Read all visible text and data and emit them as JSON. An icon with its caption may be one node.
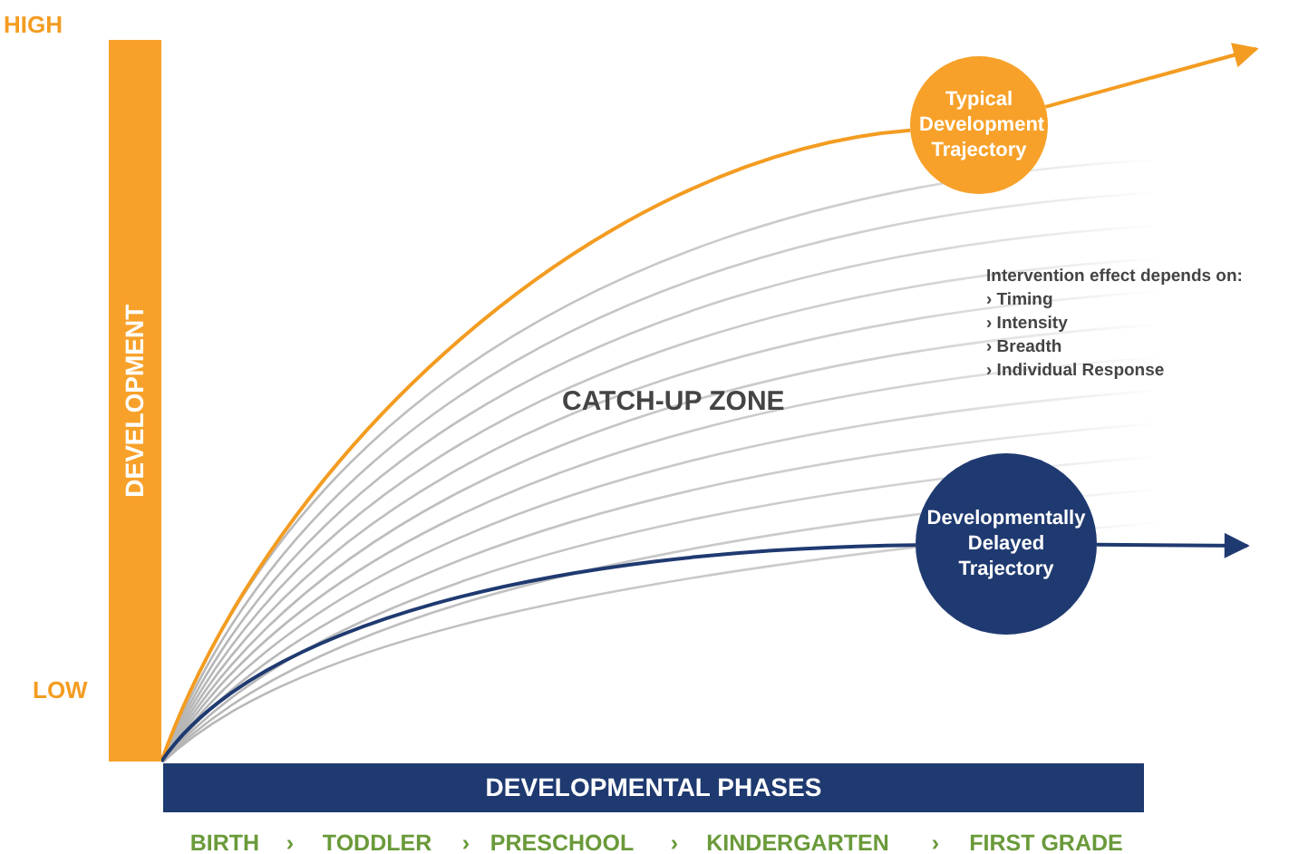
{
  "diagram": {
    "nodes": [
      {
        "text": [
          "Typical Development Trajectory"
        ]
      },
      {
        "text": [
          "Developmentally Delayed Trajectory"
        ]
      },
      {
        "text": [
          "DEVELOPMENT"
        ]
      },
      {
        "text": [
          "DEVELOPMENTAL PHASES"
        ]
      }
    ],
    "edges": [
      {
        "from": 2,
        "to": 0,
        "arrow": "none",
        "color": "#f39c21"
      },
      {
        "from": 0,
        "to": null,
        "arrow": "to",
        "color": "#f39c21"
      },
      {
        "from": 2,
        "to": 1,
        "arrow": "none",
        "color": "#1f3a70"
      },
      {
        "from": 1,
        "to": null,
        "arrow": "to",
        "color": "#1f3a70"
      }
    ],
    "labels": [
      "HIGH",
      "Intervention effect depends on:",
      "› Timing",
      "› Intensity",
      "› Breadth",
      "› Individual Response",
      "CATCH-UP ZONE",
      "LOW",
      "BIRTH",
      "›",
      "TODDLER",
      "›",
      "PRESCHOOL",
      "›",
      "KINDERGARTEN",
      "›",
      "FIRST GRADE"
    ]
  }
}
